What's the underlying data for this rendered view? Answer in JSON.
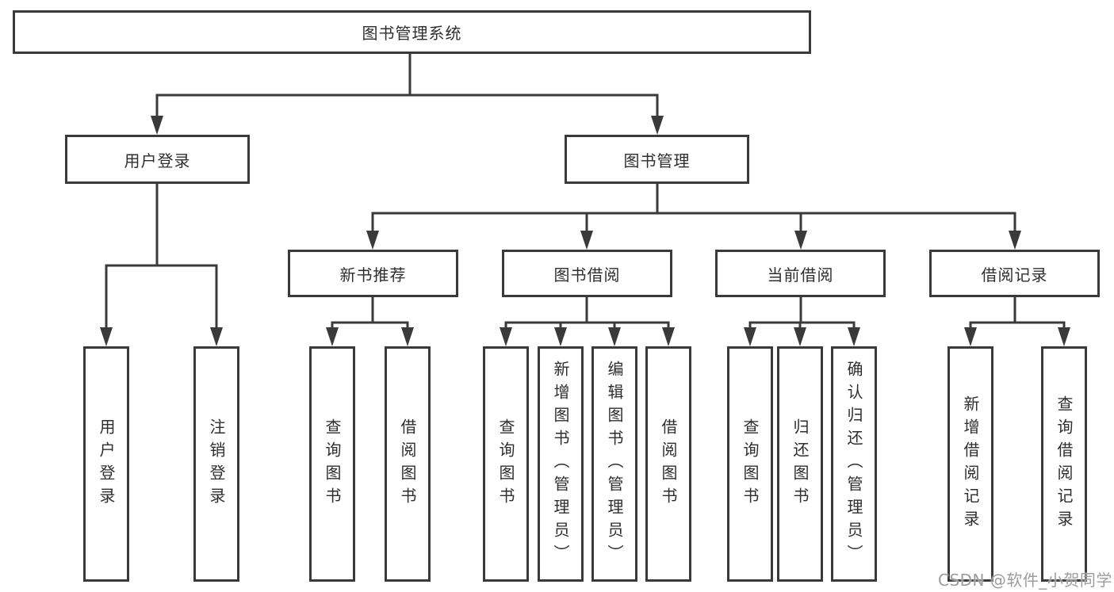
{
  "nodes": {
    "root": "图书管理系统",
    "user_login": "用户登录",
    "book_mgmt": "图书管理",
    "new_book_rec": "新书推荐",
    "book_borrow": "图书借阅",
    "current_borrow": "当前借阅",
    "borrow_records": "借阅记录",
    "leaf_user_login": "用户登录",
    "leaf_logout": "注销登录",
    "leaf_rec_query_books": "查询图书",
    "leaf_rec_borrow_books": "借阅图书",
    "leaf_bb_query_books": "查询图书",
    "leaf_bb_add_books": "新增图书（管理员）",
    "leaf_bb_edit_books": "编辑图书（管理员）",
    "leaf_bb_borrow_books": "借阅图书",
    "leaf_cb_query_books": "查询图书",
    "leaf_cb_return_books": "归还图书",
    "leaf_cb_confirm_return": "确认归还（管理员）",
    "leaf_br_add_record": "新增借阅记录",
    "leaf_br_query_record": "查询借阅记录"
  },
  "hierarchy": {
    "图书管理系统": {
      "用户登录": [
        "用户登录",
        "注销登录"
      ],
      "图书管理": {
        "新书推荐": [
          "查询图书",
          "借阅图书"
        ],
        "图书借阅": [
          "查询图书",
          "新增图书（管理员）",
          "编辑图书（管理员）",
          "借阅图书"
        ],
        "当前借阅": [
          "查询图书",
          "归还图书",
          "确认归还（管理员）"
        ],
        "借阅记录": [
          "新增借阅记录",
          "查询借阅记录"
        ]
      }
    }
  },
  "watermark": {
    "text": "CSDN @软件_小贺同学"
  },
  "colors": {
    "line": "#3a3a3a",
    "text": "#2e2e2e",
    "background": "#ffffff",
    "watermark": "#9c9c9c"
  }
}
